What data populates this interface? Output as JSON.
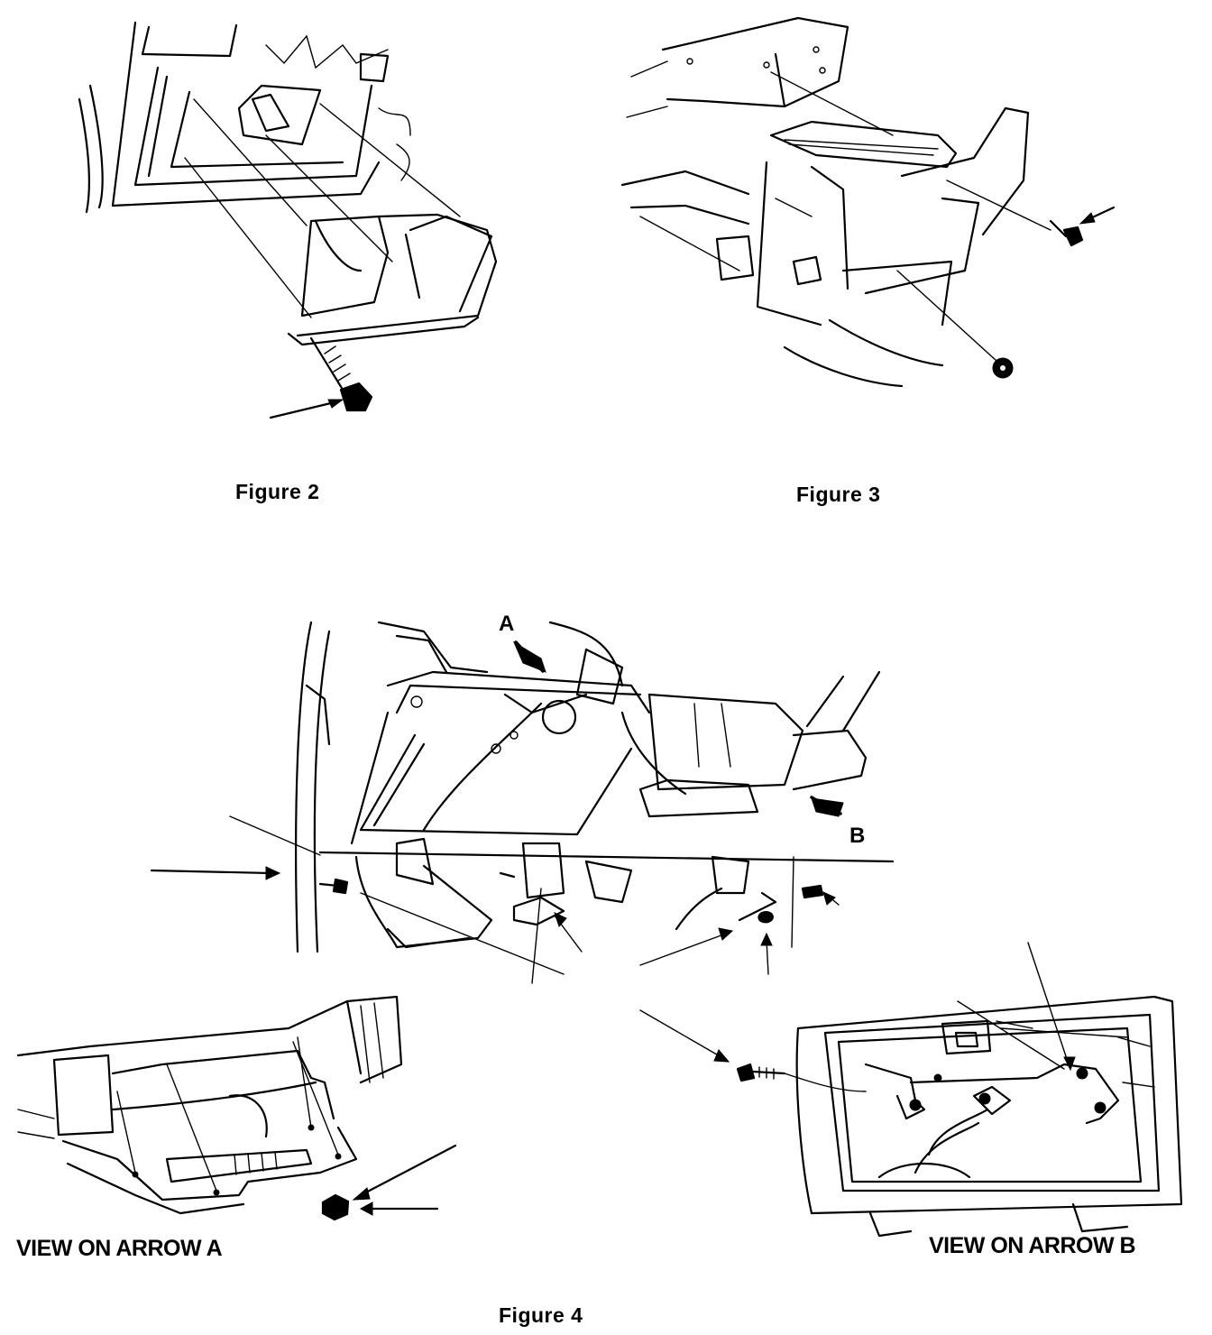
{
  "figures": [
    {
      "id": "figure-2",
      "caption": "Figure 2"
    },
    {
      "id": "figure-3",
      "caption": "Figure 3"
    },
    {
      "id": "figure-4",
      "caption": "Figure 4"
    }
  ],
  "figure4": {
    "arrow_a_letter": "A",
    "arrow_b_letter": "B",
    "view_a_caption": "VIEW ON ARROW A",
    "view_b_caption": "VIEW ON ARROW B"
  },
  "colors": {
    "ink": "#000000",
    "paper": "#ffffff"
  }
}
